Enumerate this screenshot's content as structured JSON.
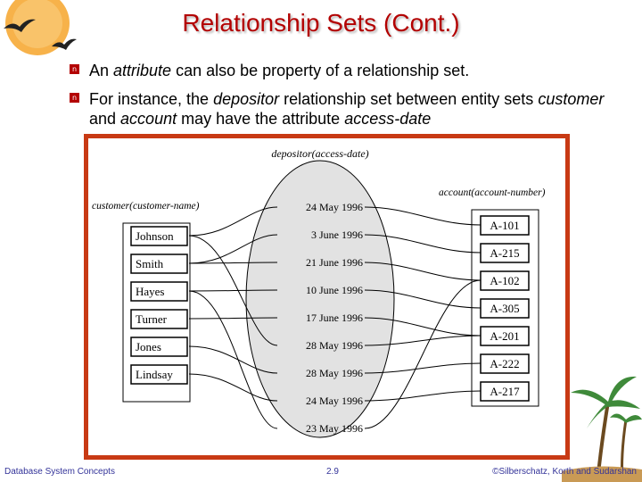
{
  "slide": {
    "title": "Relationship Sets (Cont.)",
    "bullets": [
      {
        "parts": [
          {
            "text": "An ",
            "italic": false
          },
          {
            "text": "attribute",
            "italic": true
          },
          {
            "text": " can also be property of a relationship set.",
            "italic": false
          }
        ]
      },
      {
        "parts": [
          {
            "text": "For instance, the ",
            "italic": false
          },
          {
            "text": "depositor",
            "italic": true
          },
          {
            "text": " relationship set between entity sets ",
            "italic": false
          },
          {
            "text": "customer",
            "italic": true
          },
          {
            "text": " and ",
            "italic": false
          },
          {
            "text": "account",
            "italic": true
          },
          {
            "text": " may have the attribute ",
            "italic": false
          },
          {
            "text": "access-date",
            "italic": true
          }
        ]
      }
    ]
  },
  "diagram": {
    "relationship_label": "depositor(access-date)",
    "customer_label": "customer(customer-name)",
    "account_label": "account(account-number)",
    "customers": [
      "Johnson",
      "Smith",
      "Hayes",
      "Turner",
      "Jones",
      "Lindsay"
    ],
    "dates": [
      "24 May 1996",
      "3 June 1996",
      "21 June 1996",
      "10 June 1996",
      "17 June 1996",
      "28 May 1996",
      "28 May 1996",
      "24 May 1996",
      "23 May 1996"
    ],
    "accounts": [
      "A-101",
      "A-215",
      "A-102",
      "A-305",
      "A-201",
      "A-222",
      "A-217"
    ],
    "links": [
      {
        "customer": 0,
        "date": 0,
        "account": 0
      },
      {
        "customer": 1,
        "date": 1,
        "account": 1
      },
      {
        "customer": 1,
        "date": 2,
        "account": 2
      },
      {
        "customer": 2,
        "date": 3,
        "account": 3
      },
      {
        "customer": 3,
        "date": 4,
        "account": 4
      },
      {
        "customer": 0,
        "date": 5,
        "account": 4
      },
      {
        "customer": 4,
        "date": 6,
        "account": 5
      },
      {
        "customer": 5,
        "date": 7,
        "account": 6
      },
      {
        "customer": 2,
        "date": 8,
        "account": 2
      }
    ]
  },
  "footer": {
    "left": "Database System Concepts",
    "center": "2.9",
    "right": "©Silberschatz, Korth and Sudarshan"
  }
}
